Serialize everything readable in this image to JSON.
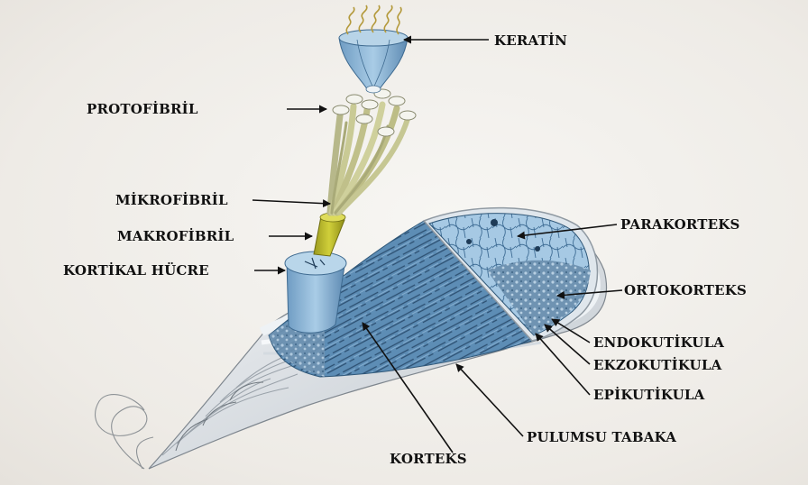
{
  "labels": {
    "keratin": "KERATİN",
    "protofibril": "PROTOFİBRİL",
    "mikrofibril": "MİKROFİBRİL",
    "makrofibril": "MAKROFİBRİL",
    "kortikal_hucre": "KORTİKAL HÜCRE",
    "parakorteks": "PARAKORTEKS",
    "ortokorteks": "ORTOKORTEKS",
    "endokutikula": "ENDOKUTİKULA",
    "ekzokutikula": "EKZOKUTİKULA",
    "epikutikula": "EPİKUTİKULA",
    "pulumsu_tabaka": "PULUMSU TABAKA",
    "korteks": "KORTEKS"
  },
  "colors": {
    "label_text": "#111111",
    "arrow": "#111111",
    "fiber_blue": "#8fb8d6",
    "fiber_blue_dark": "#4f7fa6",
    "makrofibril_green": "#b5b52a",
    "protofibril_green": "#c8c98a",
    "cuticle_grey": "#d9dee3",
    "background": "#f1efeb"
  }
}
